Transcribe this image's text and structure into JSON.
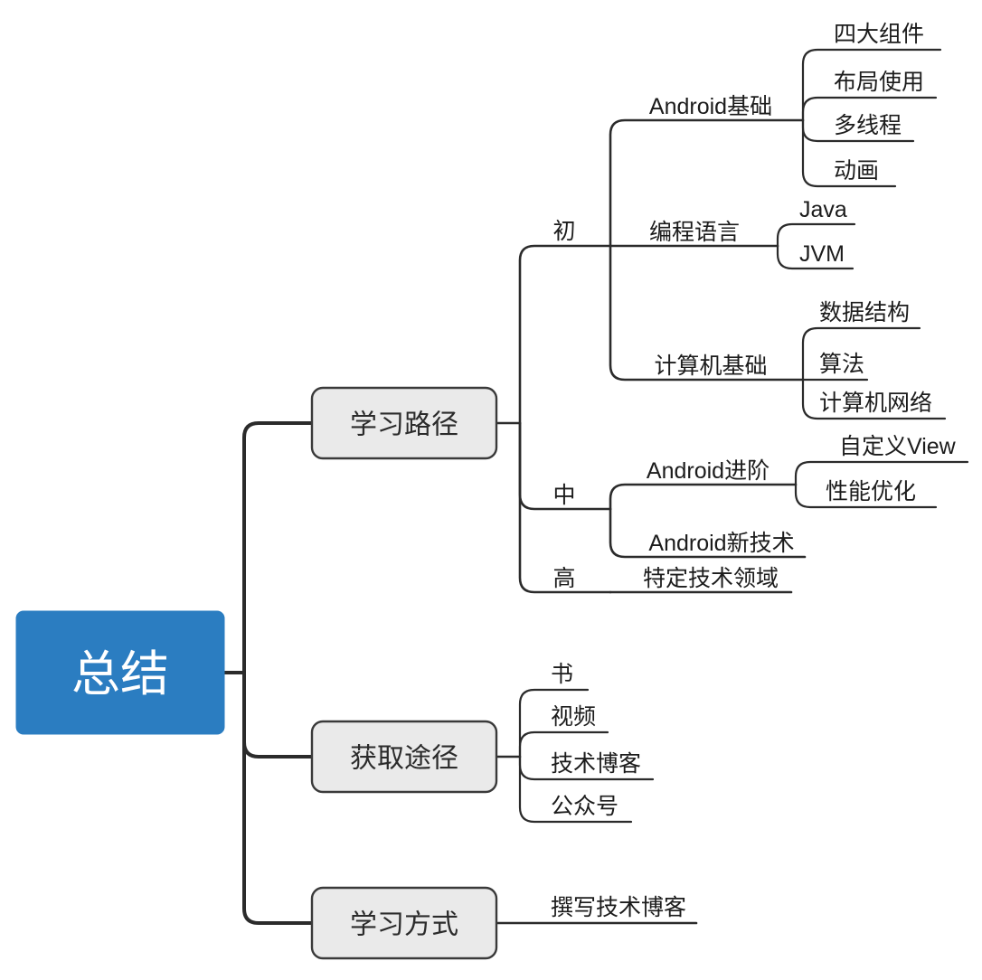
{
  "diagram": {
    "type": "mind-map",
    "title": "总结",
    "colors": {
      "root_fill": "#2b7dc1",
      "root_text": "#ffffff",
      "level2_fill": "#eaeaea",
      "level2_stroke": "#3a3a3a",
      "line": "#2b2b2b",
      "background": "#ffffff"
    }
  },
  "root": {
    "label": "总结"
  },
  "branches": [
    {
      "label": "学习路径",
      "children": [
        {
          "label": "初",
          "children": [
            {
              "label": "Android基础",
              "children": [
                {
                  "label": "四大组件"
                },
                {
                  "label": "布局使用"
                },
                {
                  "label": "多线程"
                },
                {
                  "label": "动画"
                }
              ]
            },
            {
              "label": "编程语言",
              "children": [
                {
                  "label": "Java"
                },
                {
                  "label": "JVM"
                }
              ]
            },
            {
              "label": "计算机基础",
              "children": [
                {
                  "label": "数据结构"
                },
                {
                  "label": "算法"
                },
                {
                  "label": "计算机网络"
                }
              ]
            }
          ]
        },
        {
          "label": "中",
          "children": [
            {
              "label": "Android进阶",
              "children": [
                {
                  "label": "自定义View"
                },
                {
                  "label": "性能优化"
                }
              ]
            },
            {
              "label": "Android新技术",
              "children": []
            }
          ]
        },
        {
          "label": "高",
          "children": [
            {
              "label": "特定技术领域",
              "children": []
            }
          ]
        }
      ]
    },
    {
      "label": "获取途径",
      "children": [
        {
          "label": "书"
        },
        {
          "label": "视频"
        },
        {
          "label": "技术博客"
        },
        {
          "label": "公众号"
        }
      ]
    },
    {
      "label": "学习方式",
      "children": [
        {
          "label": "撰写技术博客"
        }
      ]
    }
  ]
}
